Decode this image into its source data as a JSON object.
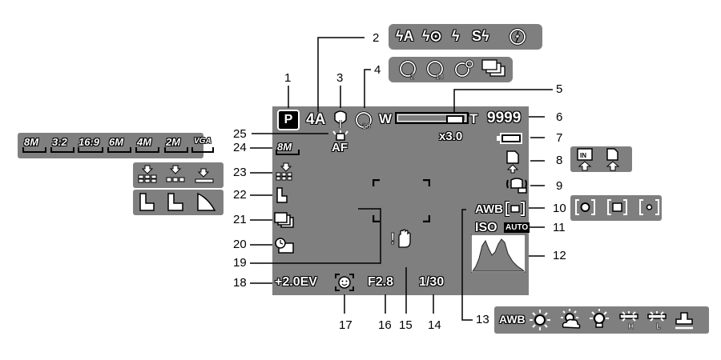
{
  "screen": {
    "mode_label": "P",
    "zoom_w": "W",
    "zoom_t": "T",
    "zoom_value": "x3.0",
    "shots_remaining": "9999",
    "wb_label": "AWB",
    "iso_label": "ISO",
    "iso_value": "AUTO",
    "ev_value": "+2.0EV",
    "aperture": "F2.8",
    "shutter": "1/30",
    "af_label": "AF",
    "flash_label": "4A"
  },
  "callouts": [
    "1",
    "2",
    "3",
    "4",
    "5",
    "6",
    "7",
    "8",
    "9",
    "10",
    "11",
    "12",
    "13",
    "14",
    "15",
    "16",
    "17",
    "18",
    "19",
    "20",
    "21",
    "22",
    "23",
    "24",
    "25"
  ],
  "resolution_options": [
    "8M",
    "3:2",
    "16:9",
    "6M",
    "4M",
    "2M",
    "VGA"
  ],
  "wb_panel_label": "AWB",
  "flash_options": [
    "flash-auto",
    "red-eye",
    "flash-on",
    "slow-sync",
    "flash-off"
  ],
  "timer_options": [
    "timer-2s",
    "timer-10s",
    "timer-double",
    "continuous"
  ],
  "storage_options": [
    "internal-memory",
    "sd-card"
  ],
  "metering_options": [
    "center-weighted",
    "spot-area",
    "spot"
  ],
  "wb_options": [
    "daylight",
    "cloudy",
    "tungsten",
    "fluorescent-h",
    "fluorescent-l",
    "custom"
  ],
  "colors": {
    "screen": "#7f7f7f",
    "osd_text": "#ffffff",
    "label_text": "#000000"
  }
}
